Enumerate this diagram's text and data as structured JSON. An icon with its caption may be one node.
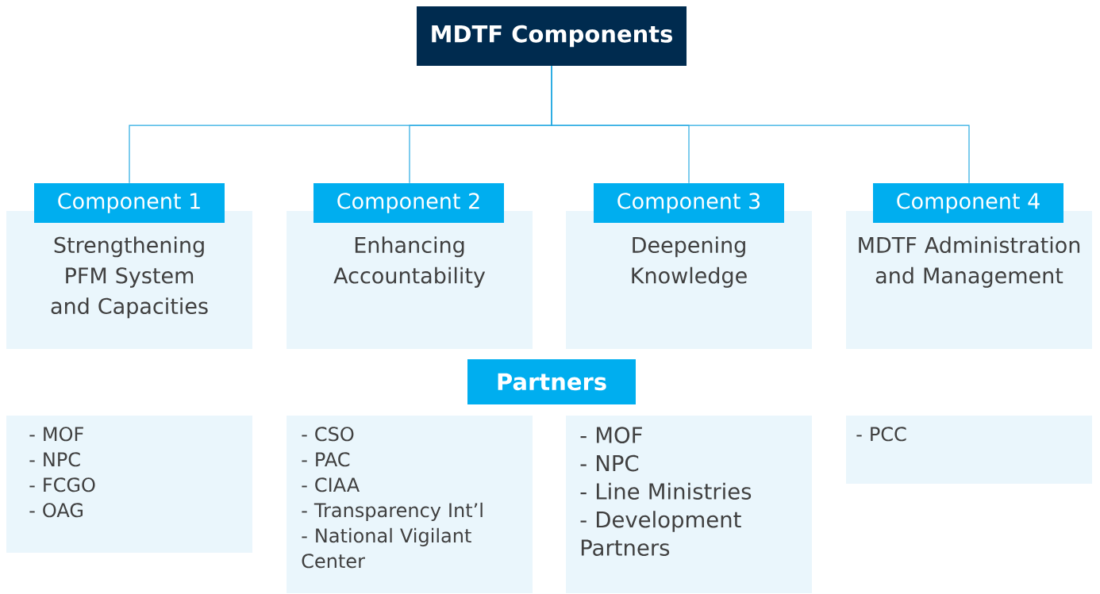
{
  "diagram": {
    "nodes": [
      {
        "text": [
          "MDTF Components"
        ]
      },
      {
        "text": [
          "Component 1",
          "Strengthening PFM System and Capacities"
        ]
      },
      {
        "text": [
          "Component 2",
          "Enhancing Accountability"
        ]
      },
      {
        "text": [
          "Component 3",
          "Deepening Knowledge"
        ]
      },
      {
        "text": [
          "Component 4",
          "MDTF Administration and Management"
        ]
      },
      {
        "text": [
          "Partners"
        ]
      },
      {
        "text": [
          "- MOF",
          "- NPC",
          "- FCGO",
          "- OAG"
        ]
      },
      {
        "text": [
          "- CSO",
          "- PAC",
          "- CIAA",
          "- Transparency Int’l",
          "- National Vigilant Center"
        ]
      },
      {
        "text": [
          "- MOF",
          "- NPC",
          "- Line Ministries",
          "- Development Partners"
        ]
      },
      {
        "text": [
          "- PCC"
        ]
      }
    ],
    "edges": [
      {
        "from": 0,
        "to": 1,
        "arrow": "none"
      },
      {
        "from": 0,
        "to": 2,
        "arrow": "none"
      },
      {
        "from": 0,
        "to": 3,
        "arrow": "none"
      },
      {
        "from": 0,
        "to": 4,
        "arrow": "none"
      }
    ]
  }
}
